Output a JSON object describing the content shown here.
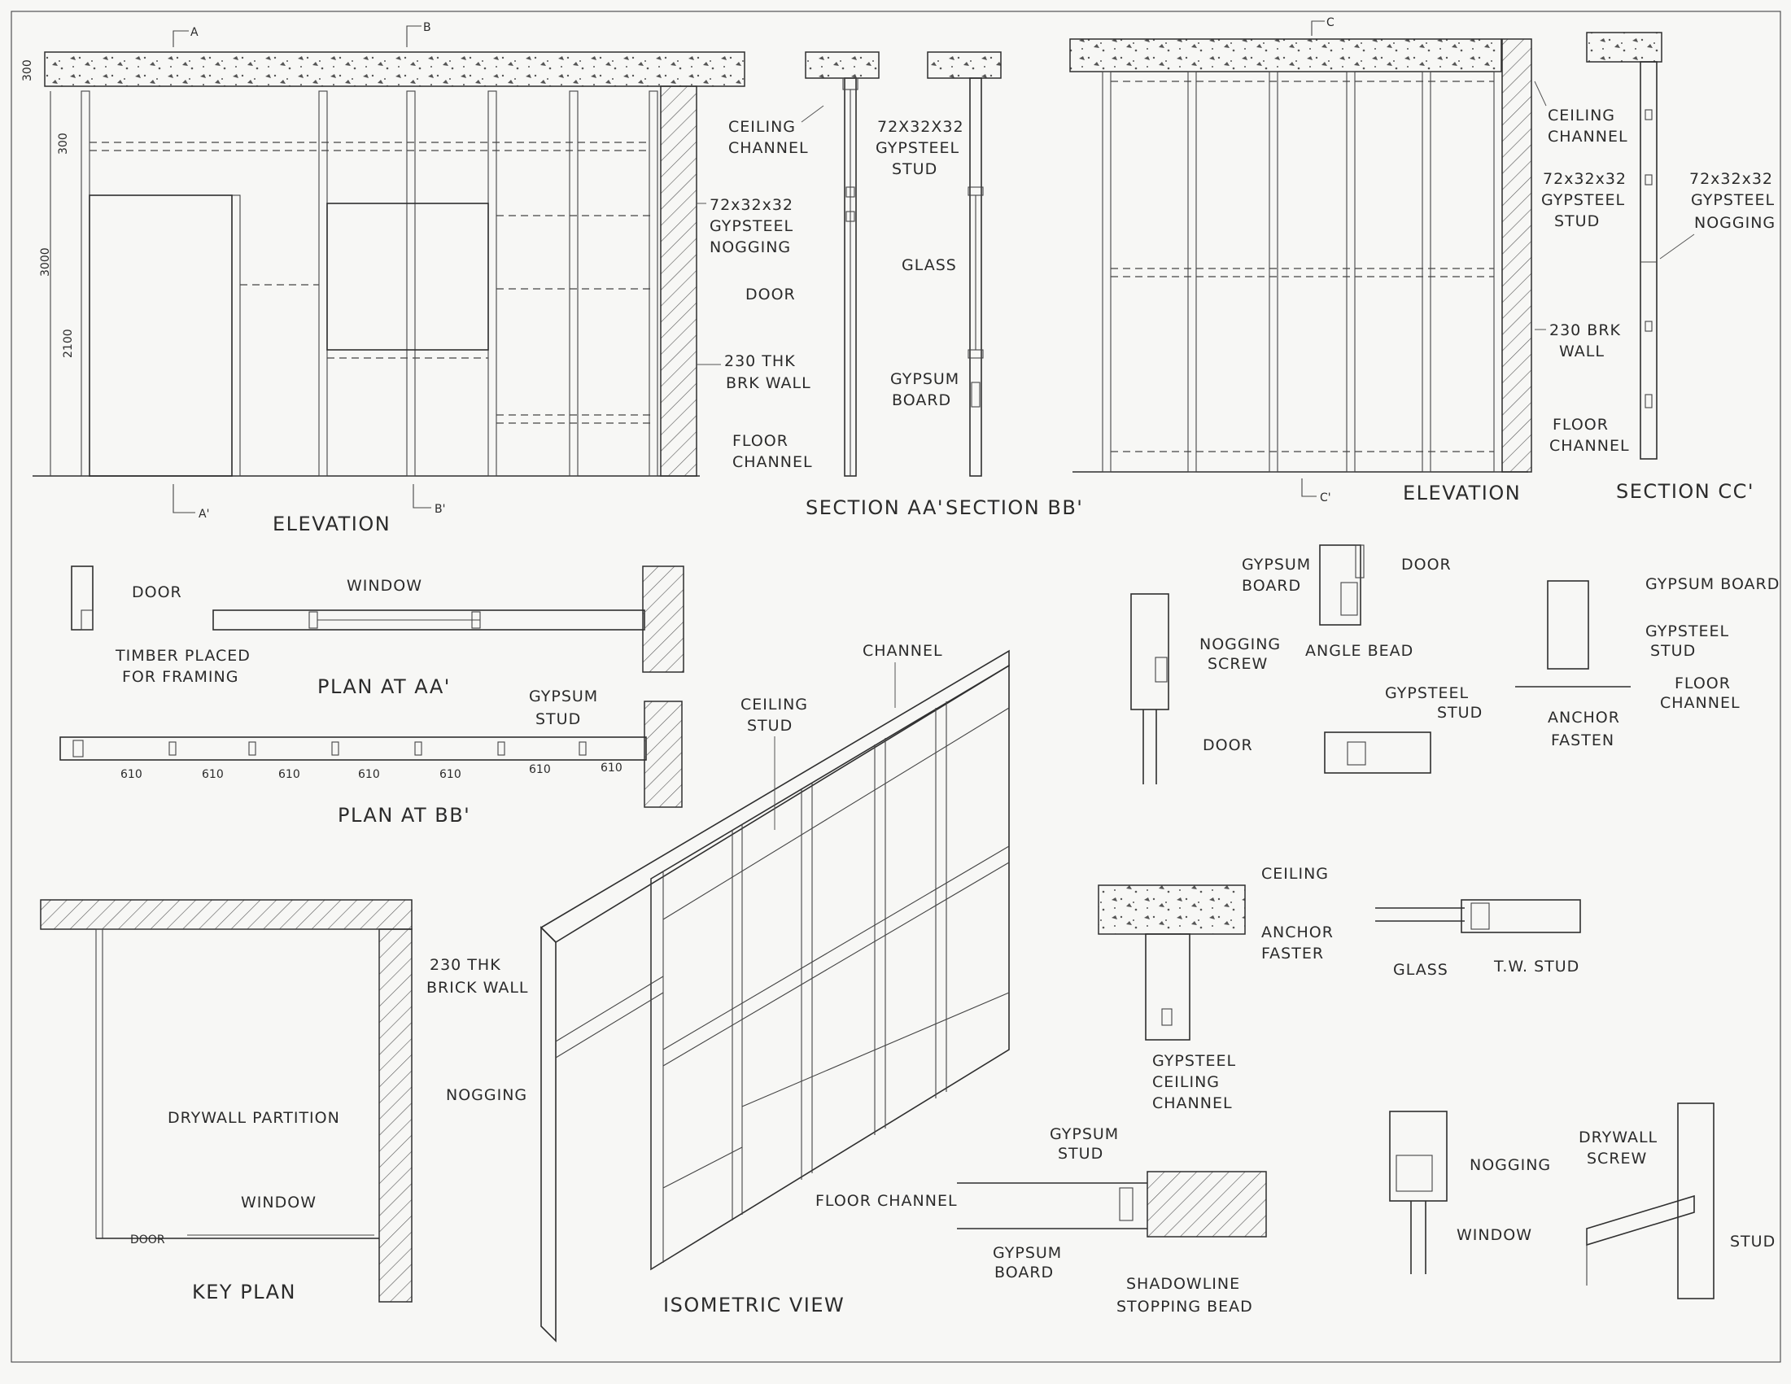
{
  "dims": {
    "d300a": "300",
    "d300b": "300",
    "d3000": "3000",
    "d2100": "2100"
  },
  "section_marks": {
    "a": "A",
    "a2": "A'",
    "b": "B",
    "b2": "B'",
    "c": "C",
    "c2": "C'"
  },
  "elev1": {
    "title": "ELEVATION",
    "labels": {
      "ceiling_channel_1": "CEILING",
      "ceiling_channel_2": "CHANNEL",
      "nogging_1": "72x32x32",
      "nogging_2": "GYPSTEEL",
      "nogging_3": "NOGGING",
      "door": "DOOR",
      "brk_1": "230 THK",
      "brk_2": "BRK WALL",
      "floor_1": "FLOOR",
      "floor_2": "CHANNEL"
    }
  },
  "sec_aa": {
    "title": "SECTION AA'"
  },
  "sec_bb": {
    "title": "SECTION BB'",
    "labels": {
      "stud_1": "72X32X32",
      "stud_2": "GYPSTEEL",
      "stud_3": "STUD",
      "glass": "GLASS",
      "gyp_1": "GYPSUM",
      "gyp_2": "BOARD"
    }
  },
  "elev2": {
    "title": "ELEVATION",
    "labels": {
      "ceil_1": "CEILING",
      "ceil_2": "CHANNEL",
      "stud_1": "72x32x32",
      "stud_2": "GYPSTEEL",
      "stud_3": "STUD",
      "brk_1": "230 BRK",
      "brk_2": "WALL",
      "floor_1": "FLOOR",
      "floor_2": "CHANNEL"
    }
  },
  "sec_cc": {
    "title": "SECTION CC'",
    "labels": {
      "nog_1": "72x32x32",
      "nog_2": "GYPSTEEL",
      "nog_3": "NOGGING"
    }
  },
  "plan_aa": {
    "title": "PLAN AT AA'",
    "labels": {
      "door": "DOOR",
      "window": "WINDOW",
      "timber_1": "TIMBER PLACED",
      "timber_2": "FOR FRAMING"
    }
  },
  "plan_bb": {
    "title": "PLAN AT BB'",
    "labels": {
      "gyp_1": "GYPSUM",
      "gyp_2": "STUD"
    },
    "spacings": [
      "610",
      "610",
      "610",
      "610",
      "610",
      "610",
      "610"
    ]
  },
  "key_plan": {
    "title": "KEY PLAN",
    "labels": {
      "brick_1": "230 THK",
      "brick_2": "BRICK WALL",
      "partition": "DRYWALL PARTITION",
      "window": "WINDOW",
      "door": "DOOR"
    }
  },
  "iso": {
    "title": "ISOMETRIC VIEW",
    "labels": {
      "channel": "CHANNEL",
      "ceil_1": "CEILING",
      "ceil_2": "STUD",
      "nogging": "NOGGING",
      "floor": "FLOOR CHANNEL"
    }
  },
  "details": {
    "gypsum_board_1": "GYPSUM",
    "gypsum_board_2": "BOARD",
    "door_top": "DOOR",
    "angle_bead": "ANGLE BEAD",
    "nog_screw_1": "NOGGING",
    "nog_screw_2": "SCREW",
    "door_bottom": "DOOR",
    "gypsteel_stud_1": "GYPSTEEL",
    "gypsteel_stud_2": "STUD",
    "gb_right": "GYPSUM BOARD",
    "gs_right_1": "GYPSTEEL",
    "gs_right_2": "STUD",
    "fc_right_1": "FLOOR",
    "fc_right_2": "CHANNEL",
    "anchor_1": "ANCHOR",
    "anchor_2": "FASTEN",
    "ceiling": "CEILING",
    "anchor_faster_1": "ANCHOR",
    "anchor_faster_2": "FASTER",
    "gcc_1": "GYPSTEEL",
    "gcc_2": "CEILING",
    "gcc_3": "CHANNEL",
    "glass": "GLASS",
    "tw_stud": "T.W. STUD",
    "gs_bottom_1": "GYPSUM",
    "gs_bottom_2": "STUD",
    "gb_bottom_1": "GYPSUM",
    "gb_bottom_2": "BOARD",
    "shadow_1": "SHADOWLINE",
    "shadow_2": "STOPPING BEAD",
    "nogging": "NOGGING",
    "window": "WINDOW",
    "screw_1": "DRYWALL",
    "screw_2": "SCREW",
    "stud": "STUD"
  }
}
